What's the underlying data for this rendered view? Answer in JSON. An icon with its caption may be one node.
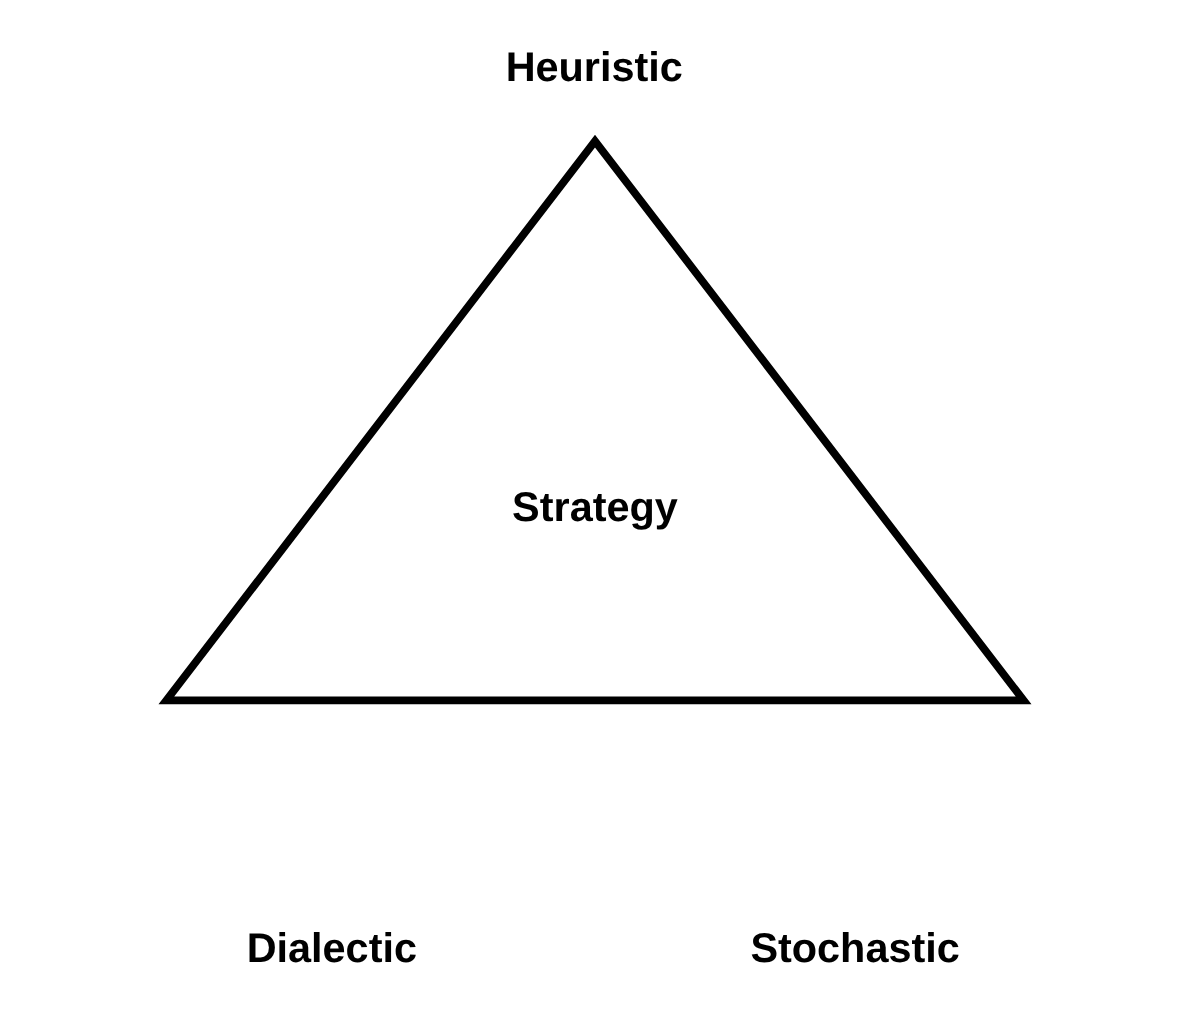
{
  "diagram": {
    "nodes": [
      {
        "text": [
          "Strategy"
        ]
      }
    ],
    "edges": [],
    "labels": [
      "Heuristic",
      "Dialectic",
      "Stochastic"
    ]
  }
}
